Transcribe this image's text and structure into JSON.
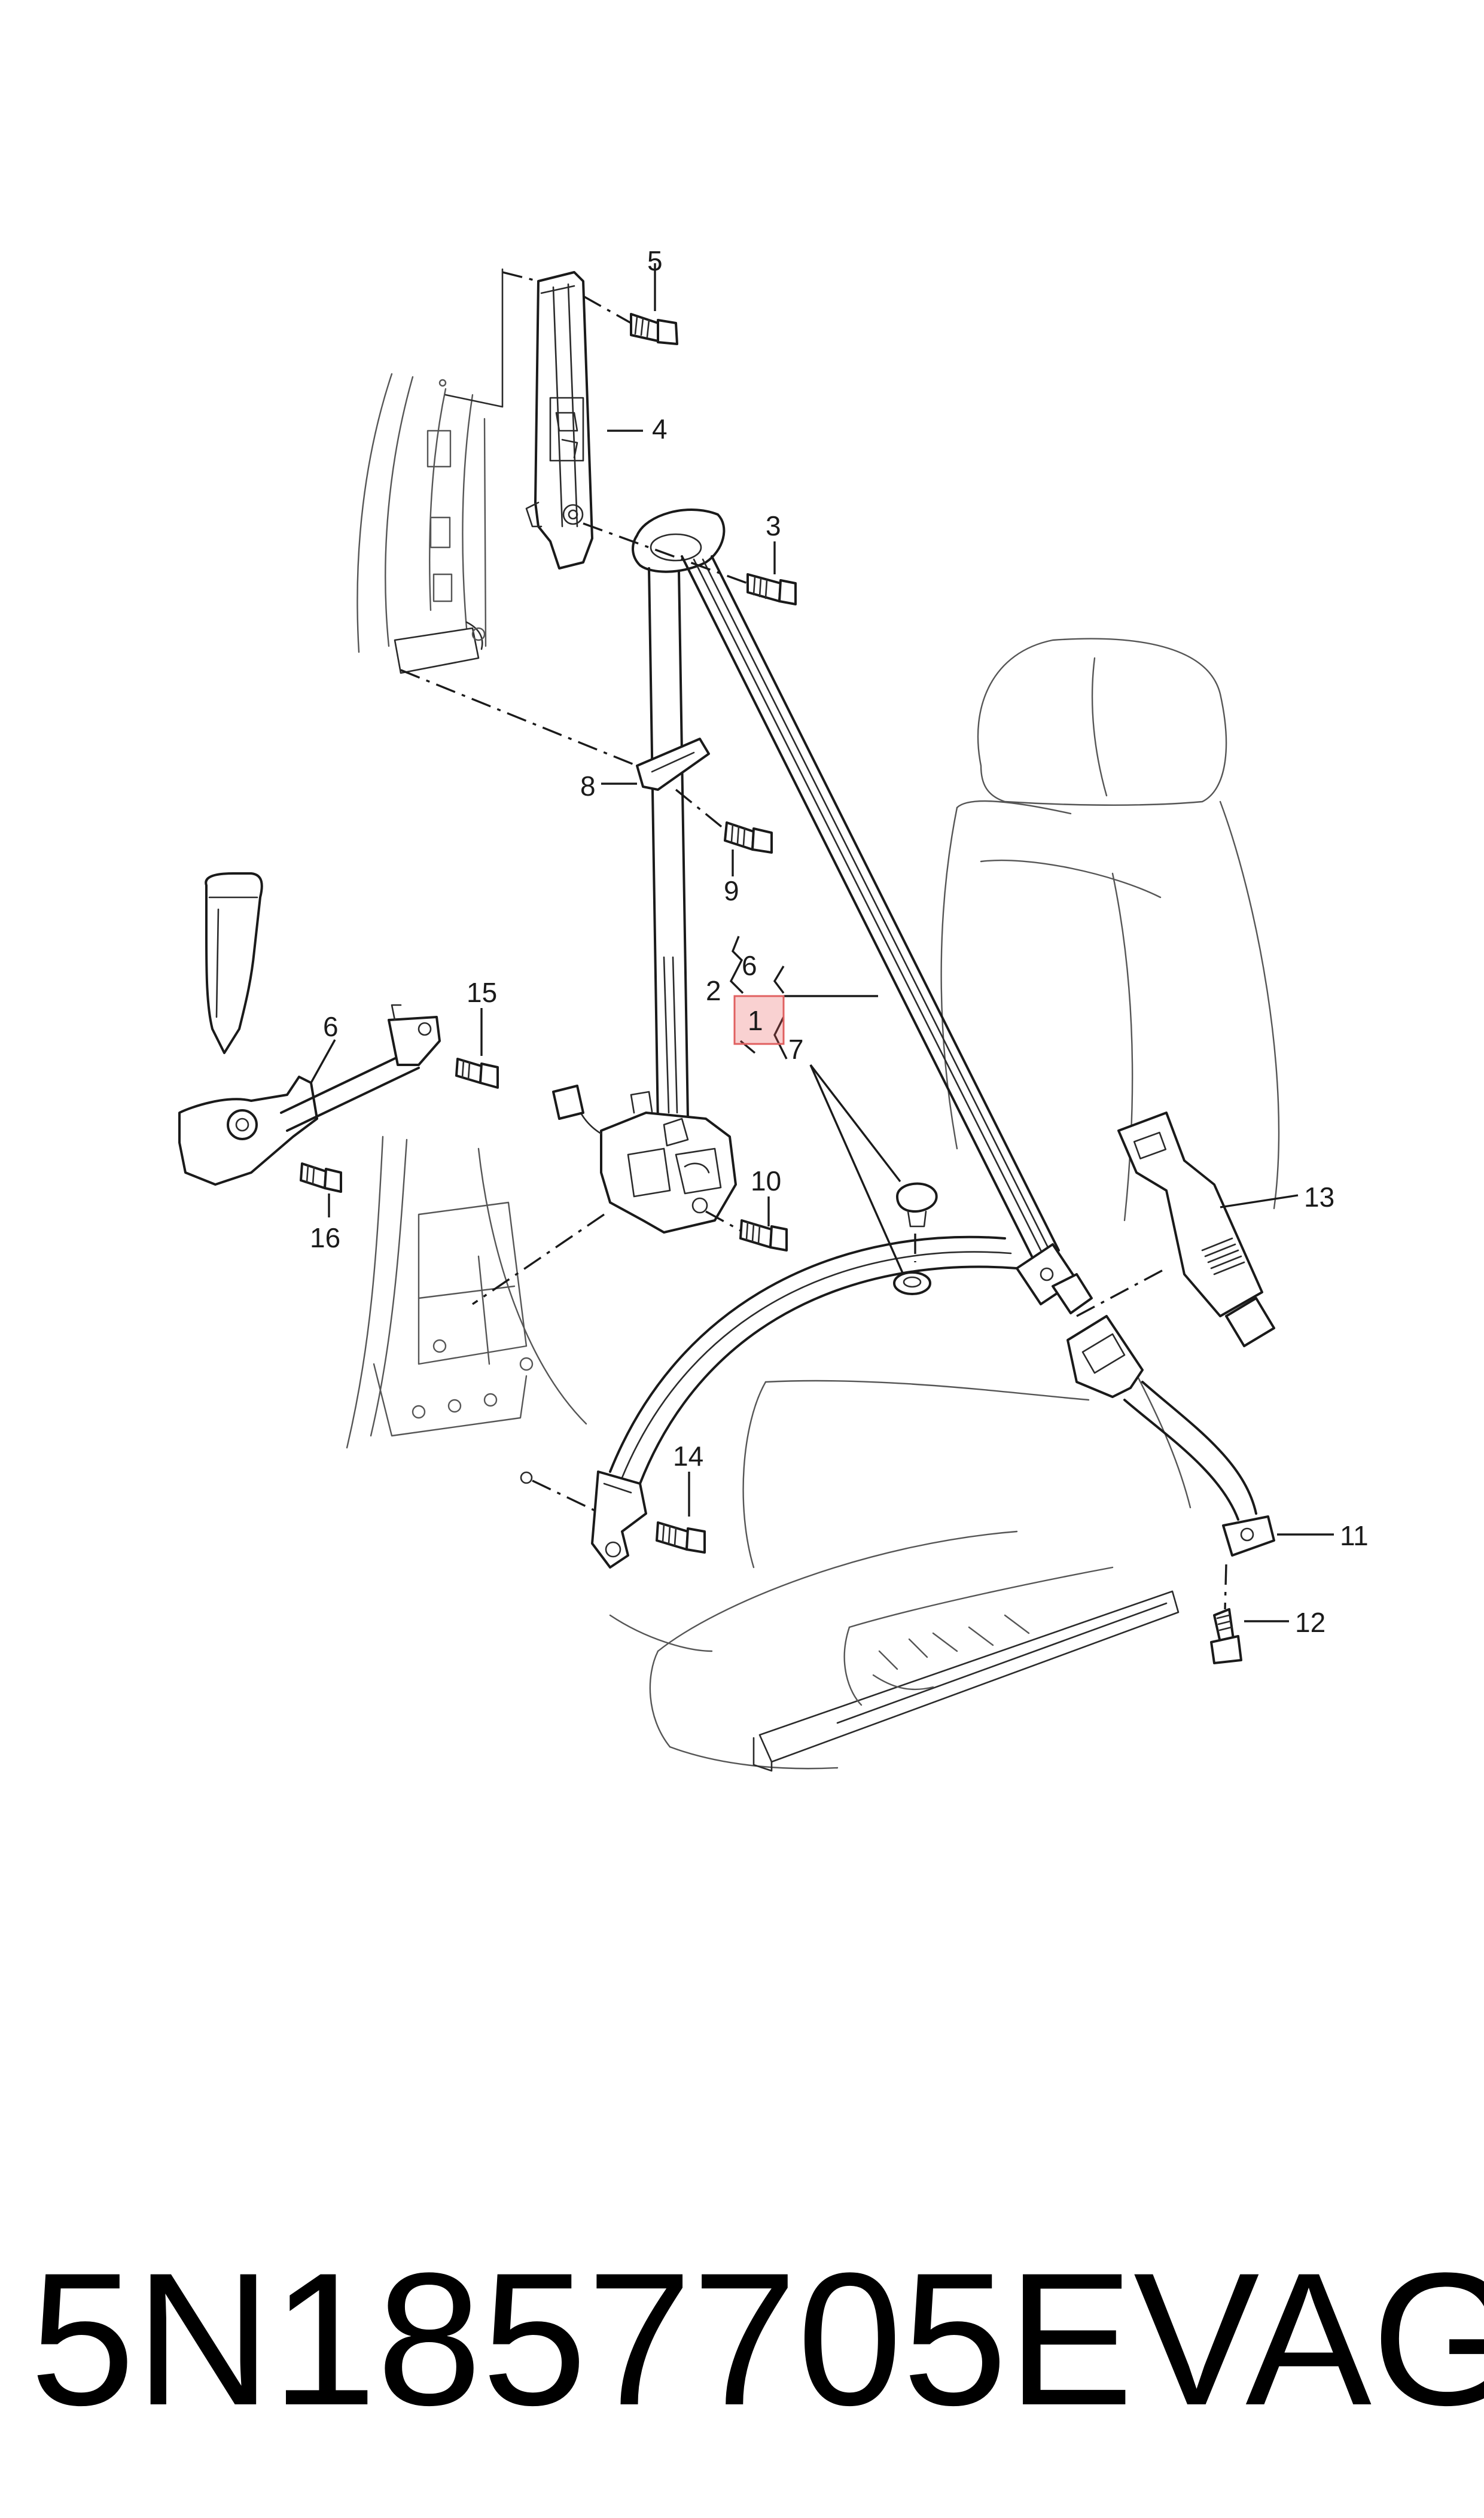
{
  "diagram": {
    "callouts": {
      "c1": "1",
      "c2": "2",
      "c3": "3",
      "c4": "4",
      "c5": "5",
      "c6a": "6",
      "c6b": "6",
      "c7": "7",
      "c8": "8",
      "c9": "9",
      "c10": "10",
      "c11": "11",
      "c12": "12",
      "c13": "13",
      "c14": "14",
      "c15": "15",
      "c16": "16"
    },
    "highlighted_callout": "1",
    "colors": {
      "line": "#1a1a1a",
      "highlight": "#e06060"
    }
  },
  "caption": {
    "part_number": "5N1857705E",
    "brand": "VAG"
  }
}
